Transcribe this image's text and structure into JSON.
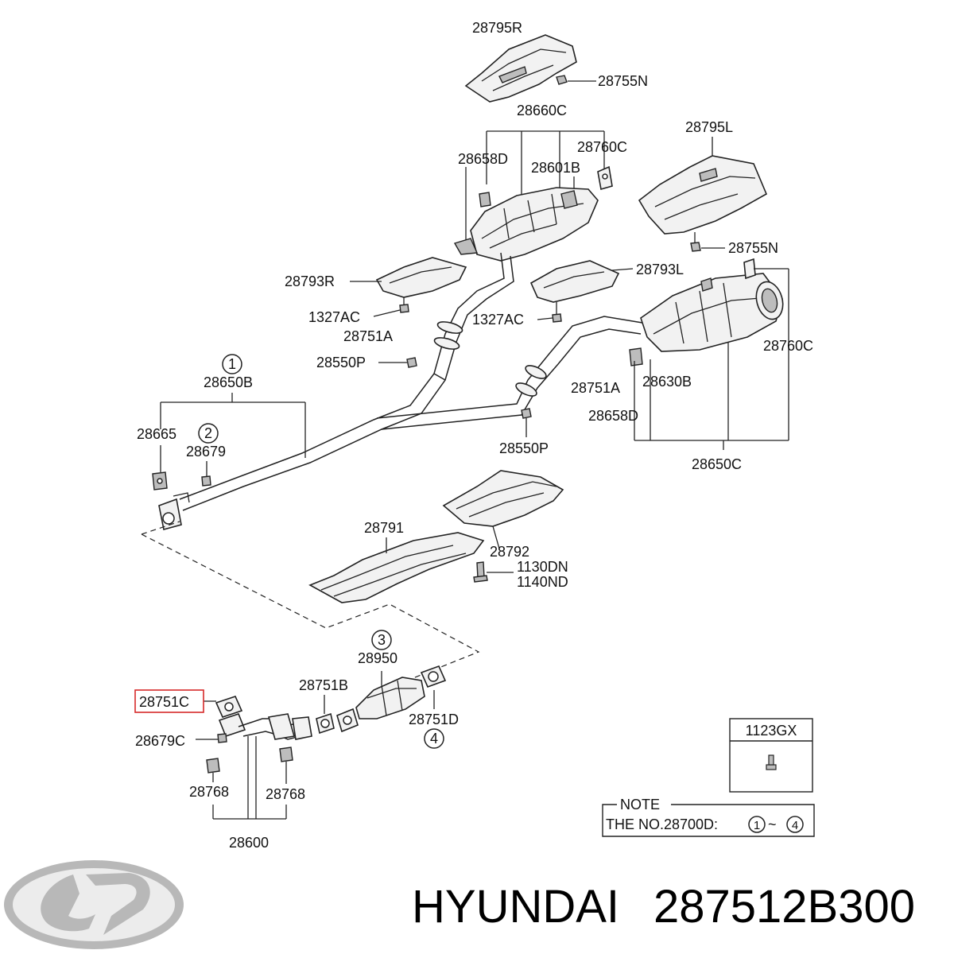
{
  "labels": {
    "l_28795R": "28795R",
    "l_28755N_top": "28755N",
    "l_28660C": "28660C",
    "l_28795L": "28795L",
    "l_28658D_top": "28658D",
    "l_28760C_top": "28760C",
    "l_28601B": "28601B",
    "l_28755N_right": "28755N",
    "l_28793R": "28793R",
    "l_28793L": "28793L",
    "l_1327AC_left": "1327AC",
    "l_1327AC_right": "1327AC",
    "l_28751A_left": "28751A",
    "l_28760C_right": "28760C",
    "l_28550P_left": "28550P",
    "l_28650B": "28650B",
    "l_28751A_right": "28751A",
    "l_28630B": "28630B",
    "l_28658D_right": "28658D",
    "l_28665": "28665",
    "l_28679": "28679",
    "l_28550P_mid": "28550P",
    "l_28650C": "28650C",
    "l_28791": "28791",
    "l_28792": "28792",
    "l_1130DN": "1130DN",
    "l_1140ND": "1140ND",
    "l_28950": "28950",
    "l_28751B": "28751B",
    "l_28751C": "28751C",
    "l_28751D": "28751D",
    "l_28679C": "28679C",
    "l_28768_left": "28768",
    "l_28768_right": "28768",
    "l_28600": "28600"
  },
  "circled": {
    "c1": "1",
    "c2": "2",
    "c3": "3",
    "c4": "4"
  },
  "fastener_box": {
    "title": "1123GX"
  },
  "note": {
    "title": "NOTE",
    "text": "THE NO.28700D:",
    "range_start": "1",
    "range_sep": "~",
    "range_end": "4"
  },
  "brand": {
    "name": "HYUNDAI",
    "part_number": "287512B300"
  },
  "highlight_color": "#d62a2a"
}
